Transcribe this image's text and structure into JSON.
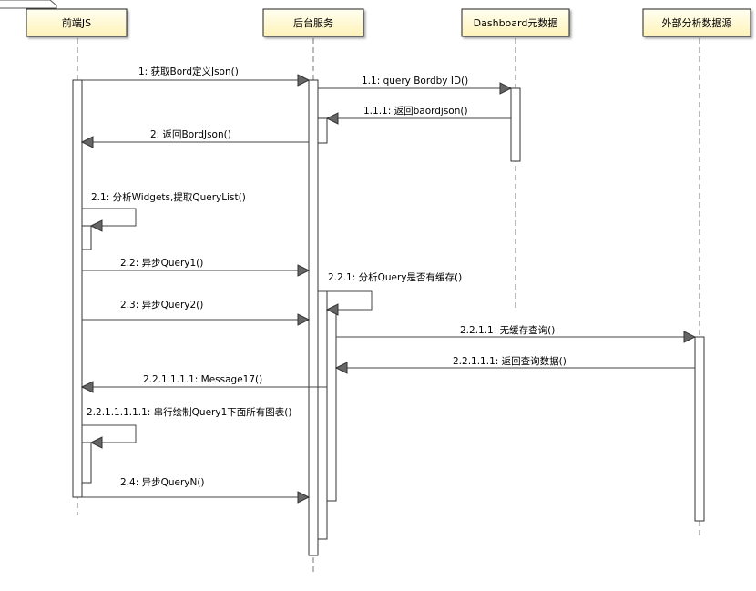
{
  "frame": {
    "label": ""
  },
  "participants": [
    {
      "id": "frontend",
      "label": "前端JS"
    },
    {
      "id": "backend",
      "label": "后台服务"
    },
    {
      "id": "meta",
      "label": "Dashboard元数据"
    },
    {
      "id": "external",
      "label": "外部分析数据源"
    }
  ],
  "messages": [
    {
      "id": "m1",
      "label": "1: 获取Bord定义Json()",
      "from": "frontend",
      "to": "backend",
      "kind": "call"
    },
    {
      "id": "m2",
      "label": "1.1: query Bordby ID()",
      "from": "backend",
      "to": "meta",
      "kind": "call"
    },
    {
      "id": "m3",
      "label": "1.1.1: 返回baordjson()",
      "from": "meta",
      "to": "backend",
      "kind": "return"
    },
    {
      "id": "m4",
      "label": "2: 返回BordJson()",
      "from": "backend",
      "to": "frontend",
      "kind": "return"
    },
    {
      "id": "m5",
      "label": "2.1: 分析Widgets,提取QueryList()",
      "from": "frontend",
      "to": "frontend",
      "kind": "self"
    },
    {
      "id": "m6",
      "label": "2.2: 异步Query1()",
      "from": "frontend",
      "to": "backend",
      "kind": "call"
    },
    {
      "id": "m7",
      "label": "2.2.1: 分析Query是否有缓存()",
      "from": "backend",
      "to": "backend",
      "kind": "self"
    },
    {
      "id": "m8",
      "label": "2.3: 异步Query2()",
      "from": "frontend",
      "to": "backend",
      "kind": "call"
    },
    {
      "id": "m9",
      "label": "2.2.1.1: 无缓存查询()",
      "from": "backend",
      "to": "external",
      "kind": "call"
    },
    {
      "id": "m10",
      "label": "2.2.1.1.1: 返回查询数据()",
      "from": "external",
      "to": "backend",
      "kind": "return"
    },
    {
      "id": "m11",
      "label": "2.2.1.1.1.1: Message17()",
      "from": "backend",
      "to": "frontend",
      "kind": "return"
    },
    {
      "id": "m12",
      "label": "2.2.1.1.1.1.1: 串行绘制Query1下面所有图表()",
      "from": "frontend",
      "to": "frontend",
      "kind": "self"
    },
    {
      "id": "m13",
      "label": "2.4: 异步QueryN()",
      "from": "frontend",
      "to": "backend",
      "kind": "call"
    }
  ]
}
